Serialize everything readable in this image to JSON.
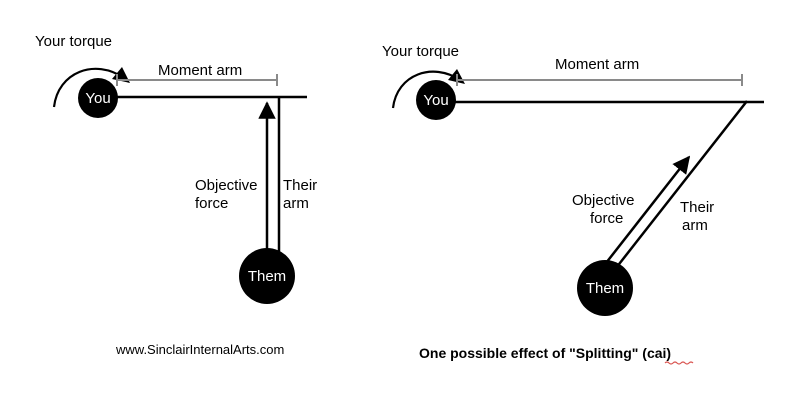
{
  "left_diagram": {
    "torque_label": "Your torque",
    "moment_arm_label": "Moment arm",
    "you_label": "You",
    "them_label": "Them",
    "force_label_line1": "Objective",
    "force_label_line2": "force",
    "arm_label_line1": "Their",
    "arm_label_line2": "arm"
  },
  "right_diagram": {
    "torque_label": "Your torque",
    "moment_arm_label": "Moment arm",
    "you_label": "You",
    "them_label": "Them",
    "force_label_line1": "Objective",
    "force_label_line2": "force",
    "arm_label_line1": "Their",
    "arm_label_line2": "arm"
  },
  "footer": {
    "website": "www.SinclairInternalArts.com",
    "caption_main": "One possible effect of \"Splitting\" (",
    "caption_term": "cai",
    "caption_end": ")"
  },
  "colors": {
    "ink": "#000000",
    "moment_arm": "#8a8a8a",
    "spellcheck": "#d9534f"
  }
}
